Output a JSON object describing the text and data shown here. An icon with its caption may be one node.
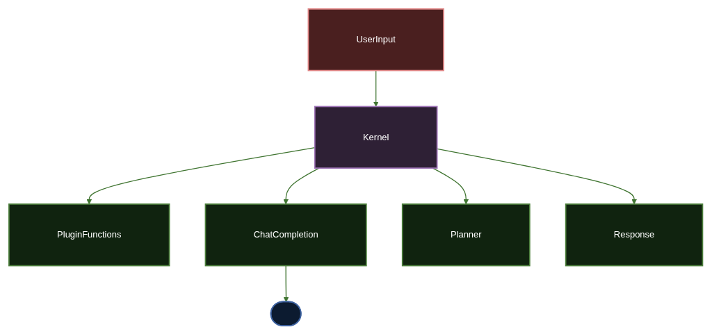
{
  "diagram": {
    "nodes": [
      {
        "text": [
          "UserInput"
        ]
      },
      {
        "text": [
          "Kernel"
        ]
      },
      {
        "text": [
          "PluginFunctions"
        ]
      },
      {
        "text": [
          "ChatCompletion"
        ]
      },
      {
        "text": [
          "Planner"
        ]
      },
      {
        "text": [
          "Response"
        ]
      },
      {
        "text": [],
        "shape": "box"
      }
    ],
    "edges": [
      {
        "from": 0,
        "to": 1,
        "arrow": "to"
      },
      {
        "from": 1,
        "to": 2,
        "arrow": "to"
      },
      {
        "from": 1,
        "to": 3,
        "arrow": "to"
      },
      {
        "from": 1,
        "to": 4,
        "arrow": "to"
      },
      {
        "from": 1,
        "to": 5,
        "arrow": "to"
      },
      {
        "from": 3,
        "to": 6,
        "arrow": "to"
      }
    ]
  }
}
